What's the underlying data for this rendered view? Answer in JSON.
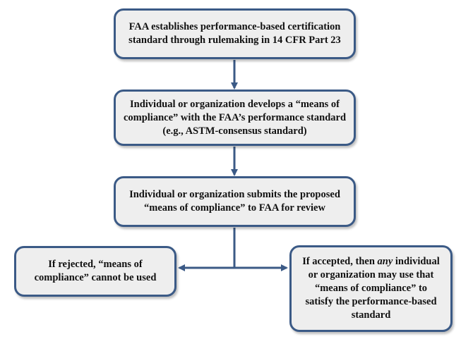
{
  "boxes": {
    "b1": "FAA establishes performance-based certification standard through rulemaking in 14 CFR Part 23",
    "b2": "Individual or organization develops a “means of compliance” with the FAA’s performance standard (e.g., ASTM-consensus standard)",
    "b3": "Individual or organization submits the proposed “means of compliance” to FAA for review",
    "b4": "If rejected, “means of compliance” cannot be used",
    "b5_pre": "If accepted, then ",
    "b5_em": "any",
    "b5_post": " individual or organization may use that “means of compliance” to satisfy the performance-based standard"
  },
  "colors": {
    "box_fill": "#eeeeee",
    "box_border": "#3b5a86",
    "arrow": "#3b5a86"
  }
}
